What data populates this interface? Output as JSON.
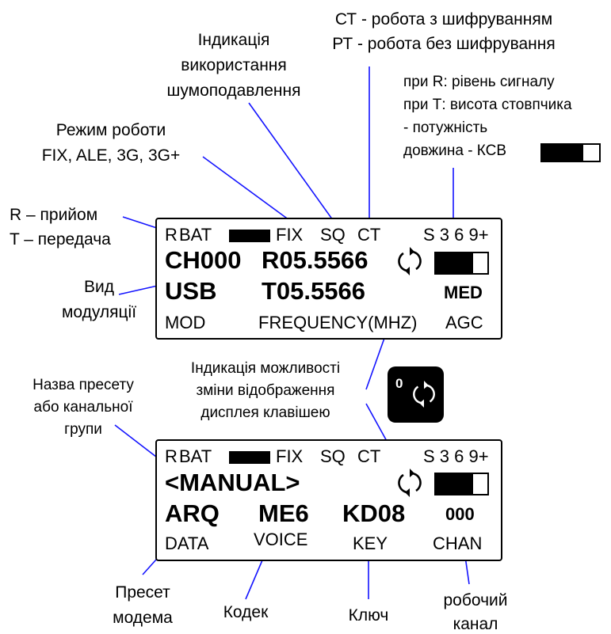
{
  "annotations": {
    "ct_pt_line1": "СТ - робота з шифруванням",
    "ct_pt_line2": "РТ - робота без шифрування",
    "squelch_line1": "Індикація",
    "squelch_line2": "використання",
    "squelch_line3": "шумоподавлення",
    "signal_line1": "при R: рівень сигналу",
    "signal_line2": "при Т: висота стовпчика",
    "signal_line3": "- потужність",
    "signal_line4": "довжина - КСВ",
    "mode_line1": "Режим роботи",
    "mode_line2": "FIX, ALE, 3G, 3G+",
    "rt_line1": "R – прийом",
    "rt_line2": "T – передача",
    "modulation_line1": "Вид",
    "modulation_line2": "модуляції",
    "display_toggle_line1": "Індикація можливості",
    "display_toggle_line2": "зміни відображення",
    "display_toggle_line3": "дисплея клавішею",
    "preset_name_line1": "Назва пресету",
    "preset_name_line2": "або канальної",
    "preset_name_line3": "групи",
    "modem_line1": "Пресет",
    "modem_line2": "модема",
    "codec": "Кодек",
    "key": "Ключ",
    "channel_line1": "робочий",
    "channel_line2": "канал"
  },
  "screen1": {
    "r": "R",
    "bat": "BAT",
    "fix": "FIX",
    "sq": "SQ",
    "ct": "CT",
    "scale": "S 3 6 9+",
    "channel": "CH000",
    "rx_freq": "R05.5566",
    "modulation": "USB",
    "tx_freq": "T05.5566",
    "agc_value": "MED",
    "label_mod": "MOD",
    "label_freq": "FREQUENCY(MHZ)",
    "label_agc": "AGC"
  },
  "screen2": {
    "r": "R",
    "bat": "BAT",
    "fix": "FIX",
    "sq": "SQ",
    "ct": "CT",
    "scale": "S 3 6 9+",
    "preset": "<MANUAL>",
    "data_value": "ARQ",
    "voice_value": "ME6",
    "key_value": "KD08",
    "chan_value": "000",
    "label_data": "DATA",
    "label_voice": "VOICE",
    "label_key": "KEY",
    "label_chan": "CHAN"
  },
  "key_button": {
    "label": "0",
    "icon": "rotate-icon"
  },
  "meter_fill_fraction": 0.72
}
